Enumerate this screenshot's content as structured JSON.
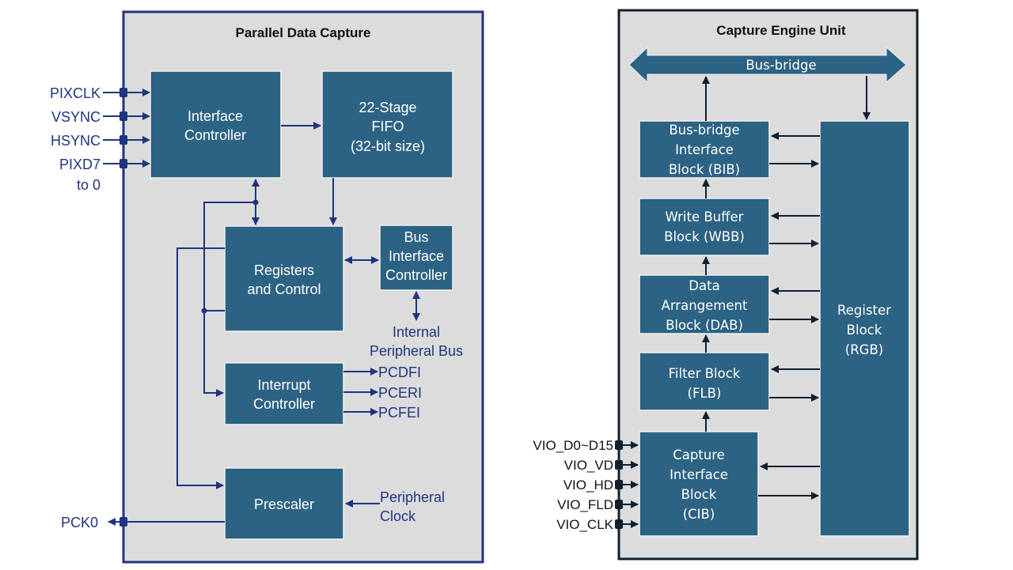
{
  "left_diagram": {
    "title": "Parallel Data Capture",
    "inputs": [
      "PIXCLK",
      "VSYNC",
      "HSYNC",
      "PIXD7",
      "to 0"
    ],
    "blocks": {
      "interface_controller": [
        "Interface",
        "Controller"
      ],
      "fifo": [
        "22-Stage",
        "FIFO",
        "(32-bit size)"
      ],
      "registers_control": [
        "Registers",
        "and Control"
      ],
      "bus_interface_controller": [
        "Bus",
        "Interface",
        "Controller"
      ],
      "interrupt_controller": [
        "Interrupt",
        "Controller"
      ],
      "prescaler": [
        "Prescaler"
      ]
    },
    "internal_bus_label": [
      "Internal",
      "Peripheral Bus"
    ],
    "interrupt_outputs": [
      "PCDFI",
      "PCERI",
      "PCFEI"
    ],
    "peripheral_clock_label": [
      "Peripheral",
      "Clock"
    ],
    "output": "PCK0",
    "colors": {
      "border": "#1f3480",
      "block": "#2c6283",
      "panel": "#dcdcdc",
      "text": "#1f3480"
    }
  },
  "right_diagram": {
    "title": "Capture Engine Unit",
    "bus_bridge_label": "Bus-bridge",
    "blocks": {
      "bib": [
        "Bus-bridge",
        "Interface",
        "Block (BIB)"
      ],
      "wbb": [
        "Write Buffer",
        "Block (WBB)"
      ],
      "dab": [
        "Data",
        "Arrangement",
        "Block (DAB)"
      ],
      "flb": [
        "Filter Block",
        "(FLB)"
      ],
      "cib": [
        "Capture",
        "Interface",
        "Block",
        "(CIB)"
      ],
      "rgb": [
        "Register",
        "Block",
        "(RGB)"
      ]
    },
    "inputs": [
      "VIO_D0~D15",
      "VIO_VD",
      "VIO_HD",
      "VIO_FLD",
      "VIO_CLK"
    ],
    "colors": {
      "border": "#10202e",
      "block": "#2c6283",
      "panel": "#dcdcdc"
    }
  }
}
